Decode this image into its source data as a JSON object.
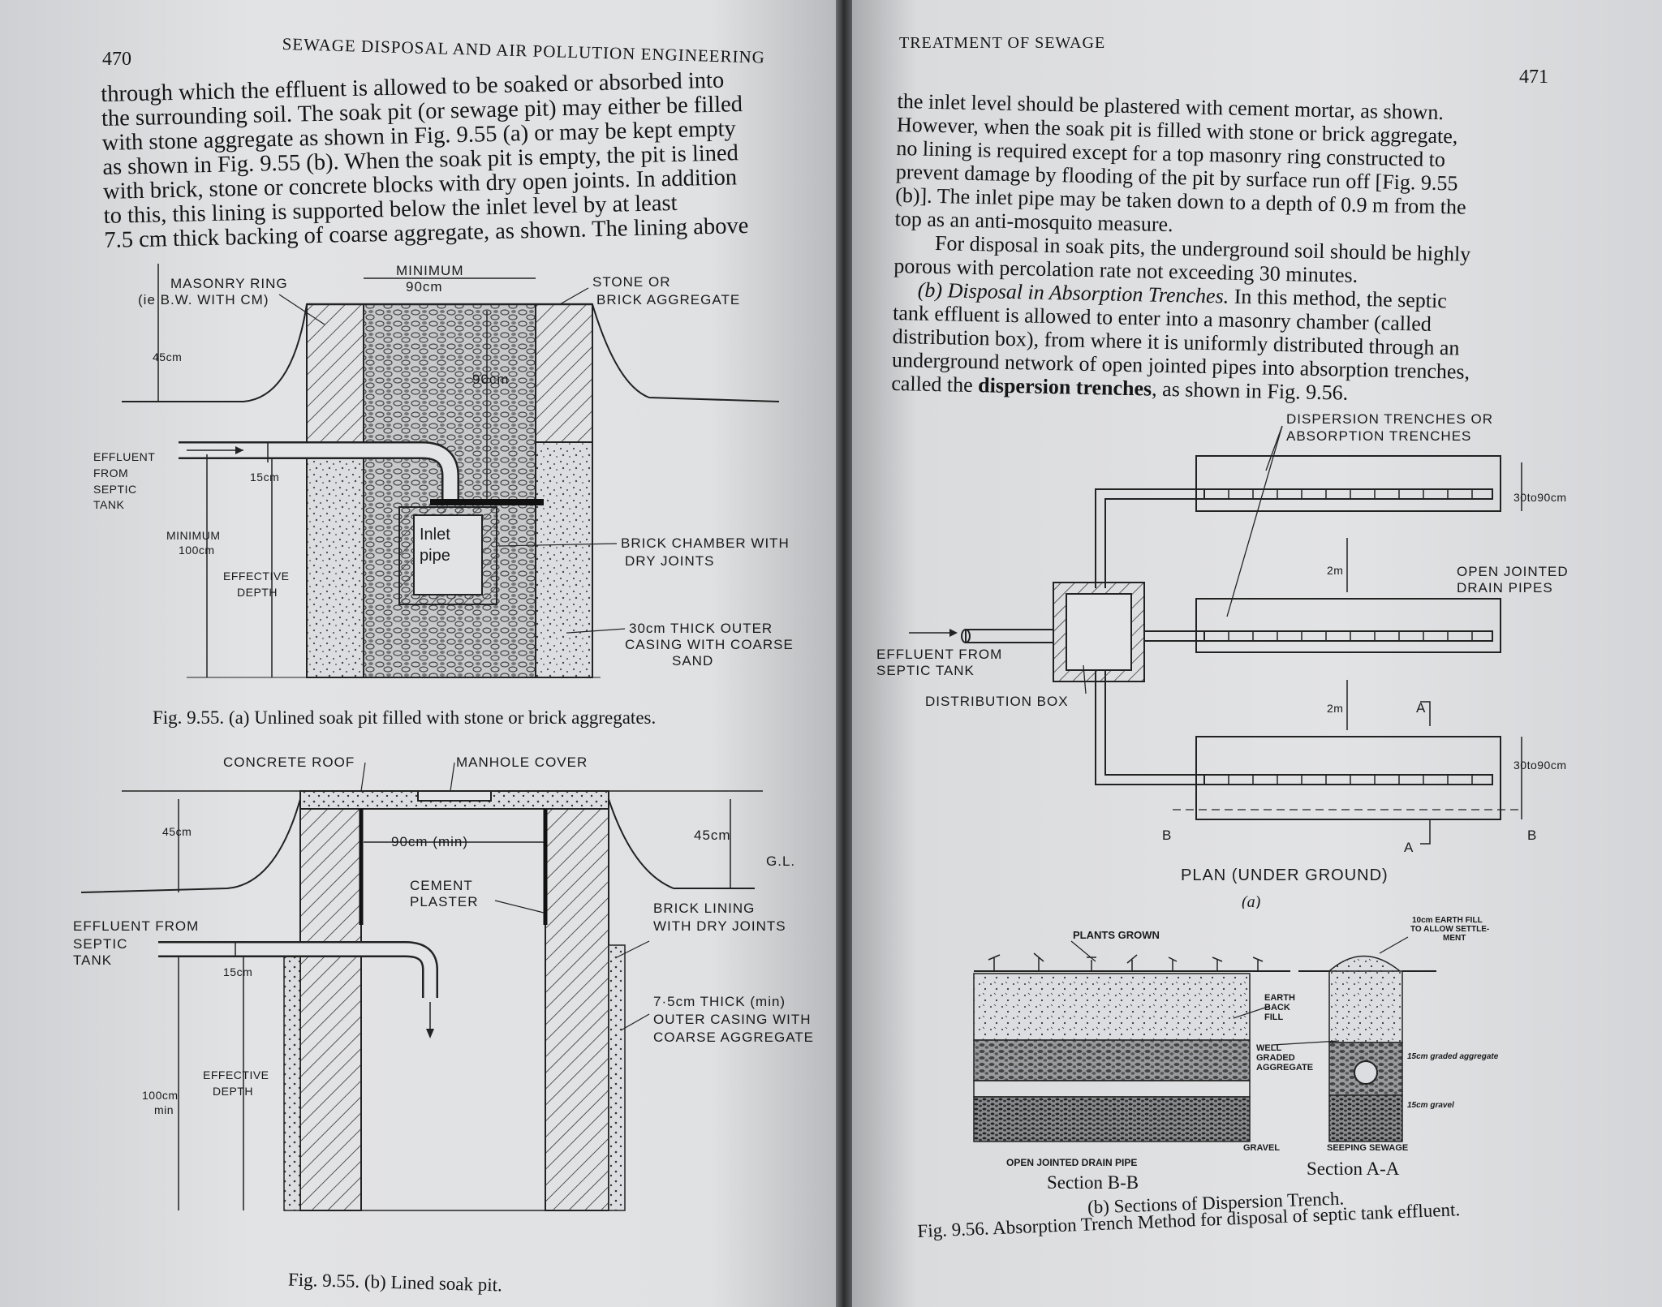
{
  "left_page": {
    "page_number": "470",
    "running_head": "SEWAGE DISPOSAL AND AIR POLLUTION ENGINEERING",
    "body_lines": [
      "through which the effluent is allowed to be soaked or absorbed into",
      "the surrounding soil. The soak pit (or sewage pit) may either be filled",
      "with stone aggregate as shown in Fig. 9.55 (a) or may be kept empty",
      "as shown in Fig. 9.55 (b). When the soak pit is empty, the pit is lined",
      "with brick, stone or concrete blocks with dry open joints. In addition",
      "to this, this lining is supported below the inlet level by at least",
      "7.5 cm thick backing of coarse aggregate, as shown. The lining above"
    ],
    "fig_a": {
      "caption": "Fig. 9.55. (a) Unlined soak pit filled with stone or brick aggregates.",
      "labels": {
        "masonry_ring_1": "MASONRY RING",
        "masonry_ring_2": "(ie B.W. WITH CM)",
        "minimum": "MINIMUM",
        "width_90": "90cm",
        "stone_1": "STONE OR",
        "stone_2": "BRICK AGGREGATE",
        "d45": "45cm",
        "depth_90": "90cm",
        "effluent_1": "EFFLUENT",
        "effluent_2": "FROM",
        "effluent_3": "SEPTIC",
        "effluent_4": "TANK",
        "d15": "15cm",
        "inlet_1": "Inlet",
        "inlet_2": "pipe",
        "min_1": "MINIMUM",
        "min_2": "100cm",
        "eff_1": "EFFECTIVE",
        "eff_2": "DEPTH",
        "brick_1": "BRICK CHAMBER WITH",
        "brick_2": "DRY JOINTS",
        "casing_1": "30cm THICK OUTER",
        "casing_2": "CASING WITH COARSE",
        "casing_3": "SAND"
      }
    },
    "fig_b": {
      "caption": "Fig. 9.55. (b) Lined soak pit.",
      "labels": {
        "roof": "CONCRETE ROOF",
        "manhole": "MANHOLE COVER",
        "d45_left": "45cm",
        "d45_right": "45cm",
        "width": "90cm (min)",
        "gl": "G.L.",
        "cement_1": "CEMENT",
        "cement_2": "PLASTER",
        "lining_1": "BRICK LINING",
        "lining_2": "WITH DRY JOINTS",
        "effluent_1": "EFFLUENT FROM",
        "effluent_2": "SEPTIC",
        "effluent_3": "TANK",
        "d15": "15cm",
        "casing_1": "7·5cm THICK (min)",
        "casing_2": "OUTER CASING WITH",
        "casing_3": "COARSE AGGREGATE",
        "eff_1": "EFFECTIVE",
        "eff_2": "DEPTH",
        "min_1": "100cm",
        "min_2": "min"
      }
    }
  },
  "right_page": {
    "page_number": "471",
    "running_head": "TREATMENT OF SEWAGE",
    "body_lines": [
      "the inlet level should be plastered with cement mortar, as shown.",
      "However, when the soak pit is filled with stone or brick aggregate,",
      "no lining is required except for a top masonry ring constructed to",
      "prevent damage by flooding of the pit by surface run off [Fig. 9.55",
      "(b)]. The inlet pipe may be taken down to a depth of 0.9 m from the",
      "top as an anti-mosquito measure."
    ],
    "body_lines_2": [
      "For disposal in soak pits, the underground soil should be highly",
      "porous with percolation rate not exceeding 30 minutes."
    ],
    "para_b": {
      "lead": "(b) Disposal in Absorption Trenches.",
      "rest_first": " In this method, the septic",
      "lines": [
        "tank effluent is allowed to enter into a masonry chamber (called",
        "distribution box), from where it is uniformly distributed through an",
        "underground network of open jointed pipes into absorption trenches,"
      ],
      "last_pre": "called the ",
      "last_bold": "dispersion trenches",
      "last_post": ", as shown in Fig. 9.56."
    },
    "fig_plan": {
      "labels": {
        "dispersion_1": "DISPERSION TRENCHES OR",
        "dispersion_2": "ABSORPTION TRENCHES",
        "w1": "30to90cm",
        "gap1": "2m",
        "open_1": "OPEN JOINTED",
        "open_2": "DRAIN PIPES",
        "effluent_1": "EFFLUENT FROM",
        "effluent_2": "SEPTIC TANK",
        "dist_box": "DISTRIBUTION BOX",
        "gap2": "2m",
        "w2": "30to90cm",
        "a_top": "A",
        "a_bot": "A",
        "b_left": "B",
        "b_right": "B",
        "plan": "PLAN (UNDER GROUND)",
        "sub_a": "(a)"
      }
    },
    "fig_sections": {
      "labels": {
        "plants": "PLANTS GROWN",
        "earthfill_1": "10cm EARTH FILL",
        "earthfill_2": "TO ALLOW SETTLE-",
        "earthfill_3": "MENT",
        "backfill_1": "EARTH",
        "backfill_2": "BACK",
        "backfill_3": "FILL",
        "well_1": "WELL",
        "well_2": "GRADED",
        "well_3": "AGGREGATE",
        "graded": "15cm graded aggregate",
        "gravel_r": "15cm gravel",
        "gravel": "GRAVEL",
        "seeping": "SEEPING SEWAGE",
        "open_pipe": "OPEN JOINTED DRAIN PIPE",
        "sec_b": "Section B-B",
        "sec_a": "Section A-A",
        "sub_b": "(b) Sections of Dispersion Trench."
      }
    },
    "caption": "Fig. 9.56. Absorption Trench Method for disposal of septic tank effluent."
  }
}
